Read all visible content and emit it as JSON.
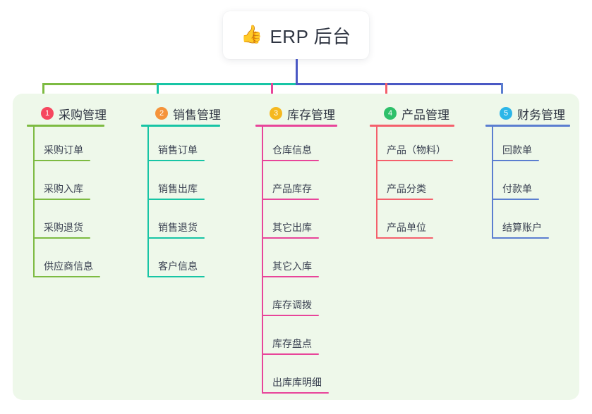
{
  "root": {
    "icon": "thumbs-up-icon",
    "icon_glyph": "👍",
    "title": "ERP 后台"
  },
  "panel": {
    "background_color": "#eef8ea"
  },
  "connector_colors": {
    "root_stem": "#4a58c4",
    "bar_segment_1": "#7dbb42",
    "bar_segment_2": "#17c5a5",
    "bar_segment_3": "#4a58c4"
  },
  "columns": [
    {
      "index": "1",
      "badge_label": "1",
      "badge_color": "#f6475f",
      "title": "采购管理",
      "color": "#7dbb42",
      "items": [
        {
          "label": "采购订单"
        },
        {
          "label": "采购入库"
        },
        {
          "label": "采购退货"
        },
        {
          "label": "供应商信息"
        }
      ]
    },
    {
      "index": "2",
      "badge_label": "2",
      "badge_color": "#f5933a",
      "title": "销售管理",
      "color": "#17c5a5",
      "items": [
        {
          "label": "销售订单"
        },
        {
          "label": "销售出库"
        },
        {
          "label": "销售退货"
        },
        {
          "label": "客户信息"
        }
      ]
    },
    {
      "index": "3",
      "badge_label": "3",
      "badge_color": "#f5b820",
      "title": "库存管理",
      "color": "#e8459a",
      "items": [
        {
          "label": "仓库信息"
        },
        {
          "label": "产品库存"
        },
        {
          "label": "其它出库"
        },
        {
          "label": "其它入库"
        },
        {
          "label": "库存调拨"
        },
        {
          "label": "库存盘点"
        },
        {
          "label": "出库库明细"
        }
      ]
    },
    {
      "index": "4",
      "badge_label": "4",
      "badge_color": "#2ec06a",
      "title": "产品管理",
      "color": "#f4606c",
      "items": [
        {
          "label": "产品（物料）"
        },
        {
          "label": "产品分类"
        },
        {
          "label": "产品单位"
        }
      ]
    },
    {
      "index": "5",
      "badge_label": "5",
      "badge_color": "#2cb6e8",
      "title": "财务管理",
      "color": "#5b7ed0",
      "items": [
        {
          "label": "回款单"
        },
        {
          "label": "付款单"
        },
        {
          "label": "结算账户"
        }
      ]
    }
  ]
}
